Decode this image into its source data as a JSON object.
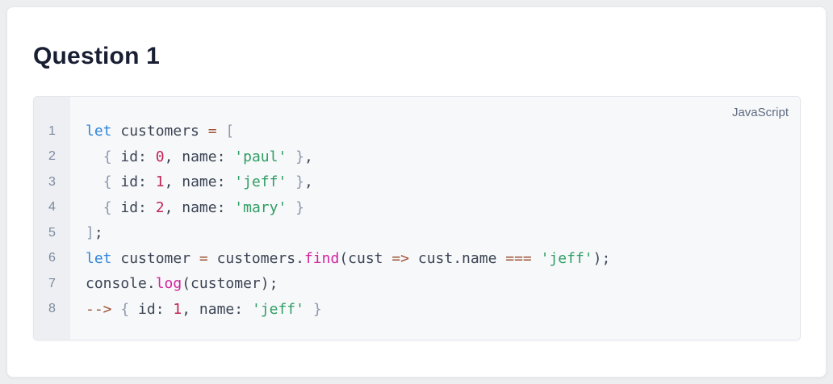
{
  "page": {
    "heading": "Question 1",
    "background": "#edeef0",
    "card_background": "#ffffff"
  },
  "code_block": {
    "language_label": "JavaScript",
    "background": "#f7f8fa",
    "gutter_background": "#edeff3",
    "border_color": "#e3e6eb",
    "lines": [
      {
        "number": "1",
        "tokens": [
          {
            "t": "keyword",
            "v": "let"
          },
          {
            "t": "plain",
            "v": " customers "
          },
          {
            "t": "operator",
            "v": "="
          },
          {
            "t": "plain",
            "v": " "
          },
          {
            "t": "punctuation",
            "v": "["
          }
        ]
      },
      {
        "number": "2",
        "tokens": [
          {
            "t": "plain",
            "v": "  "
          },
          {
            "t": "punctuation",
            "v": "{"
          },
          {
            "t": "plain",
            "v": " id: "
          },
          {
            "t": "number",
            "v": "0"
          },
          {
            "t": "plain",
            "v": ", name: "
          },
          {
            "t": "string",
            "v": "'paul'"
          },
          {
            "t": "plain",
            "v": " "
          },
          {
            "t": "punctuation",
            "v": "}"
          },
          {
            "t": "plain",
            "v": ","
          }
        ]
      },
      {
        "number": "3",
        "tokens": [
          {
            "t": "plain",
            "v": "  "
          },
          {
            "t": "punctuation",
            "v": "{"
          },
          {
            "t": "plain",
            "v": " id: "
          },
          {
            "t": "number",
            "v": "1"
          },
          {
            "t": "plain",
            "v": ", name: "
          },
          {
            "t": "string",
            "v": "'jeff'"
          },
          {
            "t": "plain",
            "v": " "
          },
          {
            "t": "punctuation",
            "v": "}"
          },
          {
            "t": "plain",
            "v": ","
          }
        ]
      },
      {
        "number": "4",
        "tokens": [
          {
            "t": "plain",
            "v": "  "
          },
          {
            "t": "punctuation",
            "v": "{"
          },
          {
            "t": "plain",
            "v": " id: "
          },
          {
            "t": "number",
            "v": "2"
          },
          {
            "t": "plain",
            "v": ", name: "
          },
          {
            "t": "string",
            "v": "'mary'"
          },
          {
            "t": "plain",
            "v": " "
          },
          {
            "t": "punctuation",
            "v": "}"
          }
        ]
      },
      {
        "number": "5",
        "tokens": [
          {
            "t": "punctuation",
            "v": "]"
          },
          {
            "t": "plain",
            "v": ";"
          }
        ]
      },
      {
        "number": "6",
        "tokens": [
          {
            "t": "keyword",
            "v": "let"
          },
          {
            "t": "plain",
            "v": " customer "
          },
          {
            "t": "operator",
            "v": "="
          },
          {
            "t": "plain",
            "v": " customers."
          },
          {
            "t": "function",
            "v": "find"
          },
          {
            "t": "plain",
            "v": "(cust "
          },
          {
            "t": "operator",
            "v": "=>"
          },
          {
            "t": "plain",
            "v": " cust.name "
          },
          {
            "t": "operator",
            "v": "==="
          },
          {
            "t": "plain",
            "v": " "
          },
          {
            "t": "string",
            "v": "'jeff'"
          },
          {
            "t": "plain",
            "v": ");"
          }
        ]
      },
      {
        "number": "7",
        "tokens": [
          {
            "t": "plain",
            "v": "console."
          },
          {
            "t": "function",
            "v": "log"
          },
          {
            "t": "plain",
            "v": "(customer);"
          }
        ]
      },
      {
        "number": "8",
        "tokens": [
          {
            "t": "operator",
            "v": "-->"
          },
          {
            "t": "plain",
            "v": " "
          },
          {
            "t": "punctuation",
            "v": "{"
          },
          {
            "t": "plain",
            "v": " id: "
          },
          {
            "t": "number",
            "v": "1"
          },
          {
            "t": "plain",
            "v": ", name: "
          },
          {
            "t": "string",
            "v": "'jeff'"
          },
          {
            "t": "plain",
            "v": " "
          },
          {
            "t": "punctuation",
            "v": "}"
          }
        ]
      }
    ]
  },
  "syntax_colors": {
    "heading": "#191f33",
    "plain": "#3b4454",
    "keyword": "#2e85dc",
    "number": "#c12556",
    "string": "#2f9e64",
    "function": "#d2239d",
    "operator": "#9e5335",
    "punctuation": "#8e9ab0",
    "linenum": "#7c8a9e",
    "label": "#5e6b80",
    "codebg": "#f7f8fa",
    "gutterbg": "#edeff3",
    "border": "#e3e6eb"
  }
}
